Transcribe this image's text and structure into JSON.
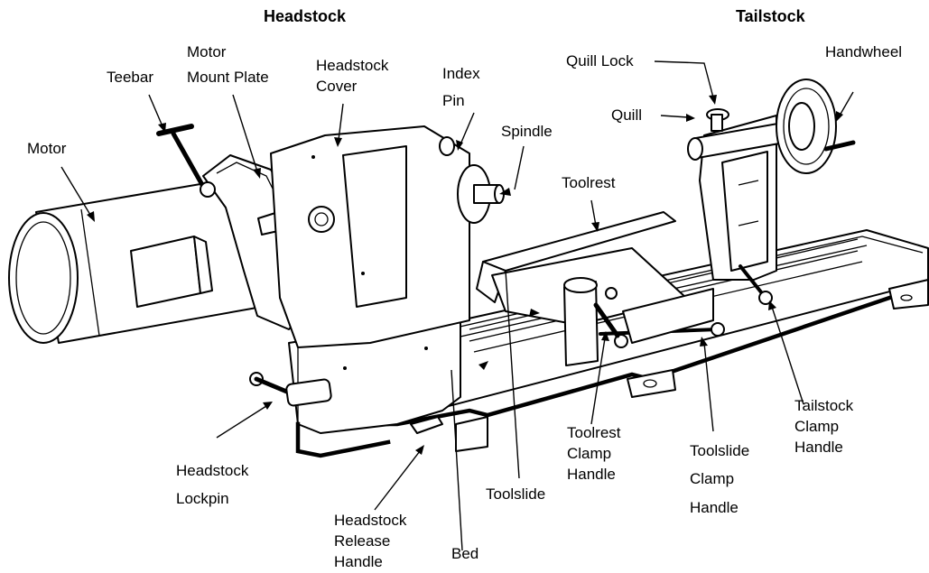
{
  "headers": {
    "headstock": "Headstock",
    "tailstock": "Tailstock"
  },
  "labels": {
    "motor": "Motor",
    "teebar": "Teebar",
    "motor_mount_1": "Motor",
    "motor_mount_2": "Mount Plate",
    "headstock_cover_1": "Headstock",
    "headstock_cover_2": "Cover",
    "index_pin_1": "Index",
    "index_pin_2": "Pin",
    "spindle": "Spindle",
    "toolrest": "Toolrest",
    "quill_lock": "Quill Lock",
    "quill": "Quill",
    "handwheel": "Handwheel",
    "headstock_lockpin_1": "Headstock",
    "headstock_lockpin_2": "Lockpin",
    "headstock_release_1": "Headstock",
    "headstock_release_2": "Release",
    "headstock_release_3": "Handle",
    "bed": "Bed",
    "toolslide_lower": "Toolslide",
    "toolrest_clamp_1": "Toolrest",
    "toolrest_clamp_2": "Clamp",
    "toolrest_clamp_3": "Handle",
    "toolslide_clamp_1": "Toolslide",
    "toolslide_clamp_2": "Clamp",
    "toolslide_clamp_3": "Handle",
    "tailstock_clamp_1": "Tailstock",
    "tailstock_clamp_2": "Clamp",
    "tailstock_clamp_3": "Handle"
  }
}
